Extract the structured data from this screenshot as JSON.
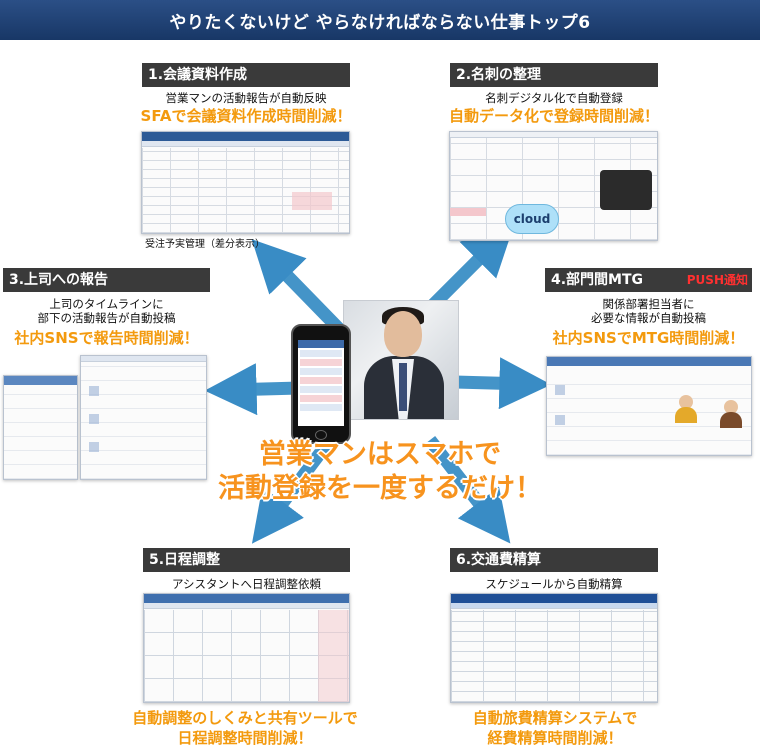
{
  "title": "やりたくないけど やらなければならない仕事トップ6",
  "center_message": [
    "営業マンはスマホで",
    "活動登録を一度するだけ！"
  ],
  "colors": {
    "banner": "#1f3f73",
    "header_bg": "#3a3a3a",
    "highlight": "#f39a0e",
    "arrow": "#3b8fc6",
    "push": "#ff3030"
  },
  "items": [
    {
      "header": "1.会議資料作成",
      "subtitle": "営業マンの活動報告が自動反映",
      "highlight": [
        "SFAで会議資料作成時間削減！"
      ],
      "caption": "受注予実管理（差分表示）"
    },
    {
      "header": "2.名刺の整理",
      "subtitle": "名刺デジタル化で自動登録",
      "highlight": [
        "自動データ化で登録時間削減！"
      ],
      "cloud_label": "cloud"
    },
    {
      "header": "3.上司への報告",
      "subtitle": [
        "上司のタイムラインに",
        "部下の活動報告が自動投稿"
      ],
      "highlight": [
        "社内SNSで報告時間削減！"
      ]
    },
    {
      "header": "4.部門間MTG",
      "badge": "PUSH通知",
      "subtitle": [
        "関係部署担当者に",
        "必要な情報が自動投稿"
      ],
      "highlight": [
        "社内SNSでMTG時間削減！"
      ]
    },
    {
      "header": "5.日程調整",
      "subtitle": "アシスタントへ日程調整依頼",
      "highlight": [
        "自動調整のしくみと共有ツールで",
        "日程調整時間削減！"
      ]
    },
    {
      "header": "6.交通費精算",
      "subtitle": "スケジュールから自動精算",
      "highlight": [
        "自動旅費精算システムで",
        "経費精算時間削減！"
      ]
    }
  ]
}
